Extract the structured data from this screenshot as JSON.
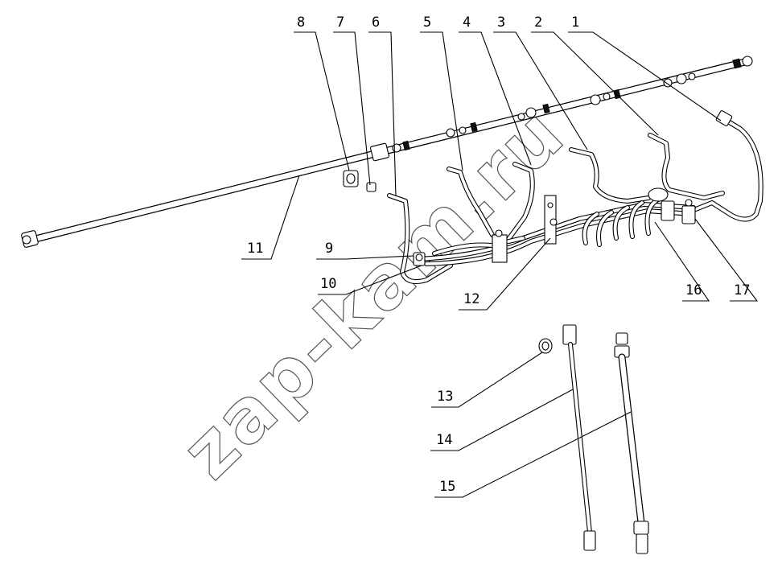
{
  "watermark": "zap-kam.ru",
  "callouts": [
    {
      "id": "c1",
      "label": "1"
    },
    {
      "id": "c2",
      "label": "2"
    },
    {
      "id": "c3",
      "label": "3"
    },
    {
      "id": "c4",
      "label": "4"
    },
    {
      "id": "c5",
      "label": "5"
    },
    {
      "id": "c6",
      "label": "6"
    },
    {
      "id": "c7",
      "label": "7"
    },
    {
      "id": "c8",
      "label": "8"
    },
    {
      "id": "c9",
      "label": "9"
    },
    {
      "id": "c10",
      "label": "10"
    },
    {
      "id": "c11",
      "label": "11"
    },
    {
      "id": "c12",
      "label": "12"
    },
    {
      "id": "c13",
      "label": "13"
    },
    {
      "id": "c14",
      "label": "14"
    },
    {
      "id": "c15",
      "label": "15"
    },
    {
      "id": "c16",
      "label": "16"
    },
    {
      "id": "c17",
      "label": "17"
    }
  ]
}
